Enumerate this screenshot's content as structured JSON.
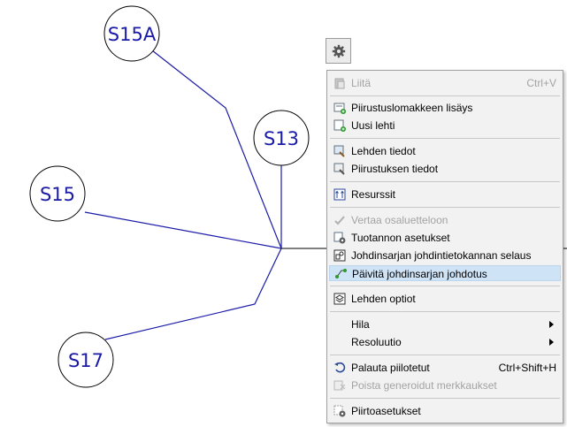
{
  "diagram": {
    "nodes": [
      {
        "label": "S15A"
      },
      {
        "label": "S13"
      },
      {
        "label": "S15"
      },
      {
        "label": "S17"
      }
    ]
  },
  "toolbar": {
    "settings_icon": "gear-icon"
  },
  "menu": {
    "items": [
      {
        "label": "Liitä",
        "shortcut": "Ctrl+V",
        "icon": "paste-icon",
        "enabled": false
      },
      {
        "label": "Piirustuslomakkeen lisäys",
        "icon": "add-drawing-form-icon",
        "enabled": true
      },
      {
        "label": "Uusi lehti",
        "icon": "new-sheet-icon",
        "enabled": true
      },
      {
        "label": "Lehden tiedot",
        "icon": "sheet-properties-icon",
        "enabled": true
      },
      {
        "label": "Piirustuksen tiedot",
        "icon": "drawing-properties-icon",
        "enabled": true
      },
      {
        "label": "Resurssit",
        "icon": "resources-icon",
        "enabled": true
      },
      {
        "label": "Vertaa osaluetteloon",
        "icon": "compare-icon",
        "enabled": false
      },
      {
        "label": "Tuotannon asetukset",
        "icon": "production-settings-icon",
        "enabled": true
      },
      {
        "label": "Johdinsarjan johdintietokannan selaus",
        "icon": "harness-database-icon",
        "enabled": true
      },
      {
        "label": "Päivitä johdinsarjan johdotus",
        "icon": "update-wiring-icon",
        "enabled": true,
        "highlighted": true
      },
      {
        "label": "Lehden optiot",
        "icon": "sheet-options-icon",
        "enabled": true
      },
      {
        "label": "Hila",
        "submenu": true,
        "enabled": true
      },
      {
        "label": "Resoluutio",
        "submenu": true,
        "enabled": true
      },
      {
        "label": "Palauta piilotetut",
        "shortcut": "Ctrl+Shift+H",
        "icon": "restore-hidden-icon",
        "enabled": true
      },
      {
        "label": "Poista generoidut merkkaukset",
        "icon": "remove-markings-icon",
        "enabled": false
      },
      {
        "label": "Piirtoasetukset",
        "icon": "drawing-settings-icon",
        "enabled": true
      }
    ]
  }
}
